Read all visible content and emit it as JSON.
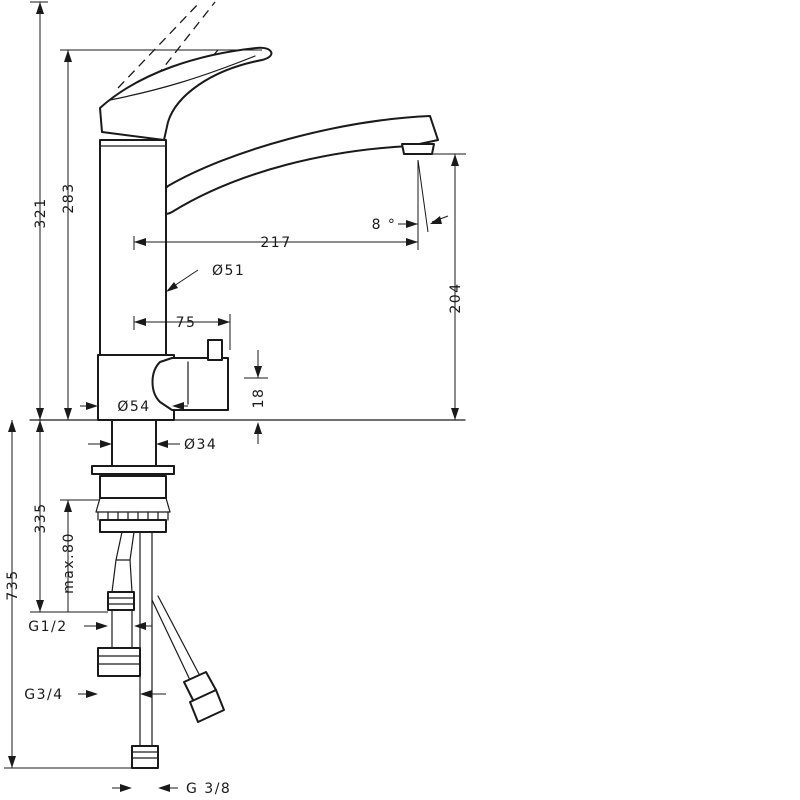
{
  "dimensions": {
    "height_total": "321",
    "height_spout": "283",
    "reach": "217",
    "angle": "8 °",
    "body_diameter": "Ø51",
    "lever_offset": "75",
    "base_diameter": "Ø54",
    "lever_height": "18",
    "spout_clearance": "204",
    "shank_diameter": "Ø34",
    "shank_length": "335",
    "max_thickness": "max.80",
    "overall_length": "735",
    "thread_small": "G1/2",
    "thread_large": "G3/4",
    "thread_hose": "G 3/8"
  }
}
